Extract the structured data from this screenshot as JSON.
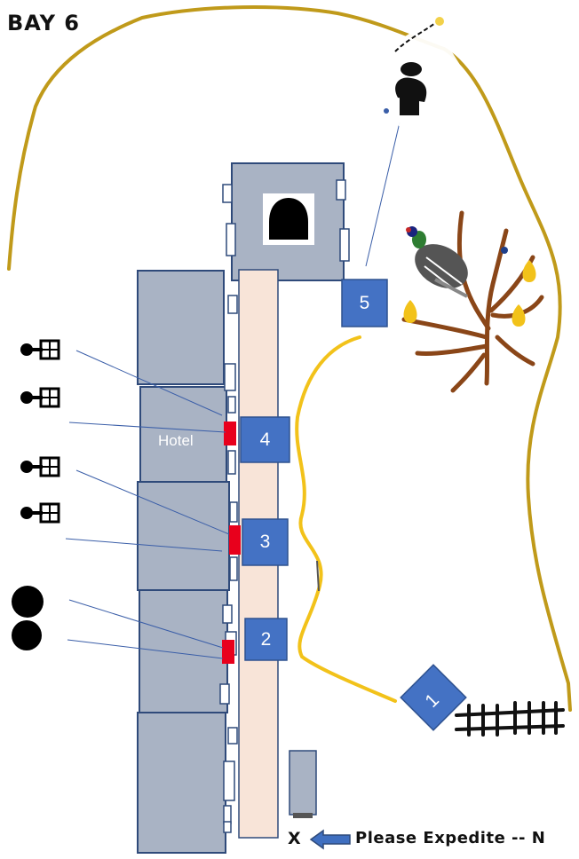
{
  "title": "BAY 6",
  "building_label": "Hotel",
  "markers": {
    "m1": "1",
    "m2": "2",
    "m3": "3",
    "m4": "4",
    "m5": "5"
  },
  "footer": {
    "x_mark": "X",
    "note": "Please Expedite -- N"
  },
  "colors": {
    "trail_gold": "#c09a1a",
    "trail_yellow": "#f2c21a",
    "building": "#a9b3c4",
    "marker_blue": "#4472c4",
    "platform": "#f8e4d8",
    "red_tag": "#e8001c",
    "branch": "#8a4618"
  },
  "icons": [
    "lamp-key-icon",
    "dot-icon",
    "bell-icon",
    "pheasant-icon",
    "figure-icon",
    "railroad-track-icon",
    "arrow-left-icon"
  ]
}
